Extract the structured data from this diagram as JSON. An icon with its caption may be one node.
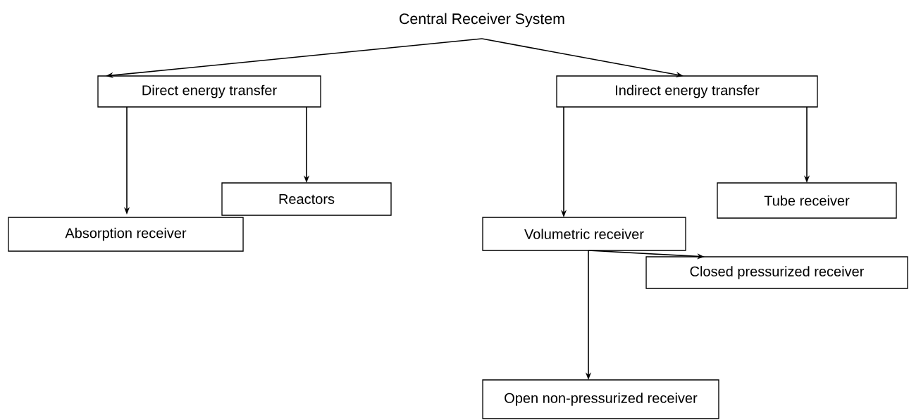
{
  "diagram": {
    "nodes": [
      {
        "text": [
          "Central Receiver System"
        ]
      },
      {
        "text": [
          "Direct energy transfer"
        ]
      },
      {
        "text": [
          "Indirect energy transfer"
        ]
      },
      {
        "text": [
          "Absorption receiver"
        ]
      },
      {
        "text": [
          "Reactors"
        ]
      },
      {
        "text": [
          "Volumetric receiver"
        ]
      },
      {
        "text": [
          "Tube receiver"
        ]
      },
      {
        "text": [
          "Closed pressurized receiver"
        ]
      },
      {
        "text": [
          "Open non-pressurized receiver"
        ]
      }
    ],
    "edges": [
      {
        "from": 0,
        "to": 1,
        "arrow": "to"
      },
      {
        "from": 0,
        "to": 2,
        "arrow": "to"
      },
      {
        "from": 1,
        "to": 3,
        "arrow": "to"
      },
      {
        "from": 1,
        "to": 4,
        "arrow": "to"
      },
      {
        "from": 2,
        "to": 5,
        "arrow": "to"
      },
      {
        "from": 2,
        "to": 6,
        "arrow": "to"
      },
      {
        "from": 5,
        "to": 7,
        "arrow": "to"
      },
      {
        "from": 5,
        "to": 8,
        "arrow": "to"
      }
    ]
  }
}
